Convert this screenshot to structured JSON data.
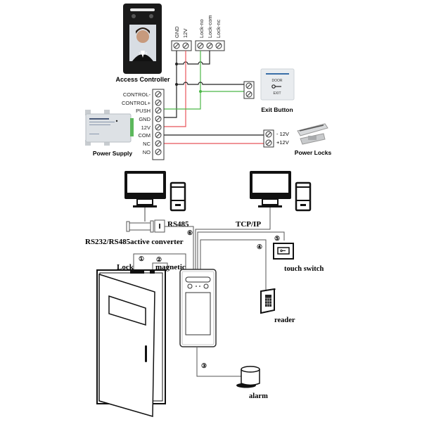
{
  "wiring": {
    "access_controller": {
      "label": "Access Controller"
    },
    "controller_terminals": {
      "power": [
        "GND",
        "12V"
      ],
      "lock": [
        "Lock-no",
        "Lock-com",
        "Lock-nc"
      ]
    },
    "exit_button": {
      "label": "Exit Button",
      "face_top": "DOOR",
      "face_bottom": "EXIT"
    },
    "power_supply": {
      "label": "Power Supply",
      "terminals": [
        "CONTROL-",
        "CONTROL+",
        "PUSH",
        "GND",
        "12V",
        "COM",
        "NC",
        "NO"
      ]
    },
    "power_locks": {
      "label": "Power Locks",
      "terminals": [
        "- 12V",
        "+12V"
      ]
    },
    "colors": {
      "positive": "#e8535b",
      "ground": "#222222",
      "signal": "#4cb848"
    }
  },
  "system": {
    "rs485_label": "RS485",
    "converter_label": "RS232/RS485active converter",
    "tcpip_label": "TCP/IP",
    "lock_label": "Lock",
    "magnetic_label": "magnetic",
    "touch_switch_label": "touch switch",
    "reader_label": "reader",
    "alarm_label": "alarm",
    "markers": {
      "lock": "①",
      "magnetic": "②",
      "alarm": "③",
      "reader": "④",
      "touch_switch": "⑤",
      "rs485": "⑥"
    }
  }
}
